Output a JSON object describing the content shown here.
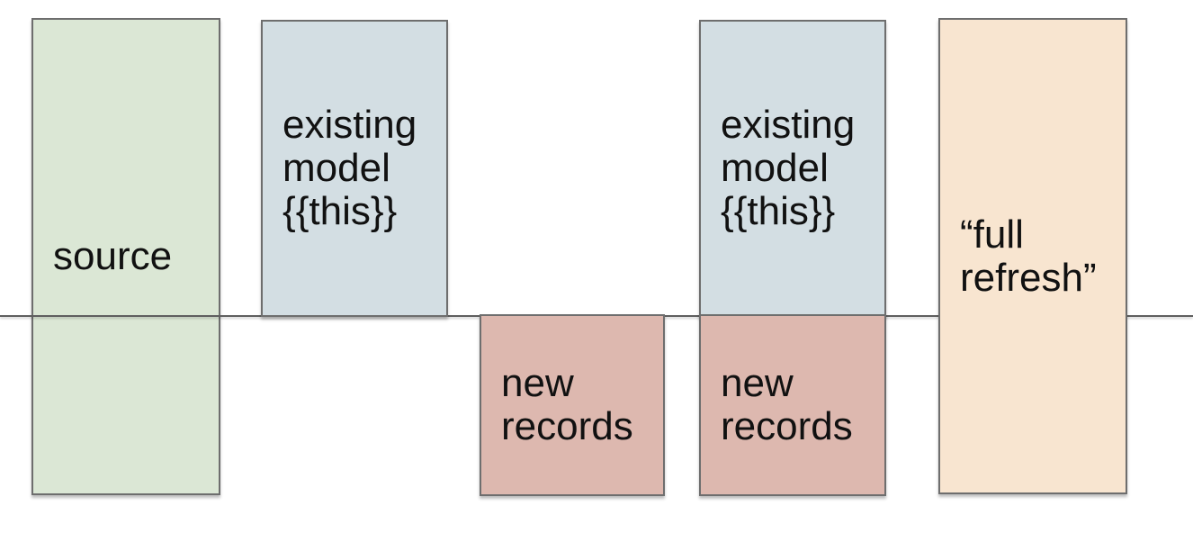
{
  "diagram": {
    "boxes": [
      {
        "id": "source",
        "label": "source",
        "fill": "#dbe7d5"
      },
      {
        "id": "existing-model-1",
        "label": "existing model {{this}}",
        "fill": "#d3dee3"
      },
      {
        "id": "new-records-1",
        "label": "new records",
        "fill": "#ddb8af"
      },
      {
        "id": "existing-model-2",
        "label": "existing model {{this}}",
        "fill": "#d3dee3"
      },
      {
        "id": "new-records-2",
        "label": "new records",
        "fill": "#ddb8af"
      },
      {
        "id": "full-refresh",
        "label": "“full refresh”",
        "fill": "#f8e5d0"
      }
    ],
    "colors": {
      "background": "#ffffff",
      "border": "#6e6e6e",
      "divider_line": "#5f5f5f",
      "text": "#111111",
      "source_fill": "#dbe7d5",
      "existing_model_fill": "#d3dee3",
      "new_records_fill": "#ddb8af",
      "full_refresh_fill": "#f8e5d0"
    }
  }
}
